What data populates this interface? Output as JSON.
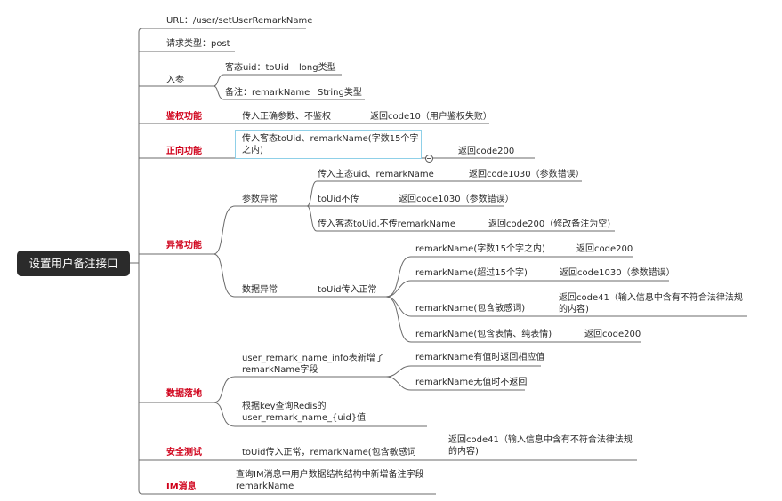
{
  "root": "设置用户备注接口",
  "url": "URL：/user/setUserRemarkName",
  "request_type": "请求类型：post",
  "params": {
    "label": "入参",
    "p1_name": "客态uid：toUid",
    "p1_type": "long类型",
    "p2_name": "备注：remarkName",
    "p2_type": "String类型"
  },
  "auth": {
    "label": "鉴权功能",
    "input": "传入正确参数、不鉴权",
    "result": "返回code10（用户鉴权失败）"
  },
  "positive": {
    "label": "正向功能",
    "input": "传入客态toUid、remarkName(字数15个字之内)",
    "result": "返回code200"
  },
  "exception": {
    "label": "异常功能",
    "param_group": "参数异常",
    "p_rows": [
      {
        "input": "传入主态uid、remarkName",
        "result": "返回code1030（参数错误）"
      },
      {
        "input": "toUid不传",
        "result": "返回code1030（参数错误）"
      },
      {
        "input": "传入客态toUid,不传remarkName",
        "result": "返回code200（修改备注为空)"
      }
    ],
    "data_group": "数据异常",
    "data_sub": "toUid传入正常",
    "d_rows": [
      {
        "input": "remarkName(字数15个字之内)",
        "result": "返回code200"
      },
      {
        "input": "remarkName(超过15个字)",
        "result": "返回code1030（参数错误）"
      },
      {
        "input": "remarkName(包含敏感词)",
        "result": "返回code41（输入信息中含有不符合法律法规的内容)"
      },
      {
        "input": "remarkName(包含表情、纯表情)",
        "result": "返回code200"
      }
    ]
  },
  "storage": {
    "label": "数据落地",
    "table_note": "user_remark_name_info表新增了remarkName字段",
    "has_value": "remarkName有值时返回相应值",
    "no_value": "remarkName无值时不返回",
    "redis_note": "根据key查询Redis的user_remark_name_{uid}值"
  },
  "security": {
    "label": "安全测试",
    "input": "toUid传入正常，remarkName(包含敏感词",
    "result": "返回code41（输入信息中含有不符合法律法规的内容)"
  },
  "im": {
    "label": "IM消息",
    "note": "查询IM消息中用户数据结构结构中新增备注字段remarkName"
  },
  "colors": {
    "line": "#6b6b6b",
    "category": "#d0021b",
    "root_bg": "#2b2b2b",
    "select_border": "#8fd0e8"
  }
}
